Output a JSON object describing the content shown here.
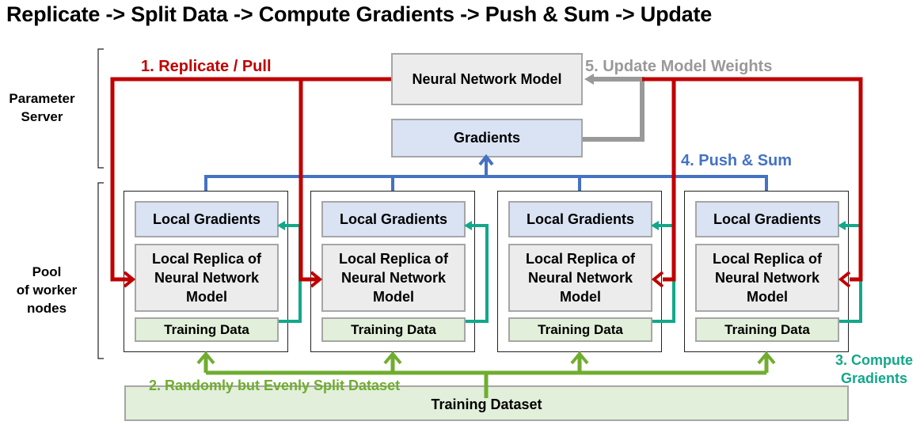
{
  "title": "Replicate -> Split Data -> Compute Gradients -> Push & Sum -> Update",
  "groups": {
    "parameter_server": [
      "Parameter",
      "Server"
    ],
    "worker_pool": [
      "Pool",
      "of worker",
      "nodes"
    ]
  },
  "server": {
    "model_label": "Neural Network Model",
    "gradients_label": "Gradients"
  },
  "workers": [
    {
      "gradients": "Local Gradients",
      "replica": [
        "Local Replica of",
        "Neural Network",
        "Model"
      ],
      "data": "Training Data"
    },
    {
      "gradients": "Local Gradients",
      "replica": [
        "Local Replica of",
        "Neural Network",
        "Model"
      ],
      "data": "Training Data"
    },
    {
      "gradients": "Local Gradients",
      "replica": [
        "Local Replica of",
        "Neural Network",
        "Model"
      ],
      "data": "Training Data"
    },
    {
      "gradients": "Local Gradients",
      "replica": [
        "Local Replica of",
        "Neural Network",
        "Model"
      ],
      "data": "Training Data"
    }
  ],
  "dataset_label": "Training Dataset",
  "steps": {
    "step1": "1. Replicate / Pull",
    "step2": "2. Randomly but Evenly Split Dataset",
    "step3": [
      "3. Compute",
      "Gradients"
    ],
    "step4": "4. Push & Sum",
    "step5": "5. Update Model Weights"
  },
  "colors": {
    "replicate": "#c00000",
    "split": "#70ad2f",
    "compute": "#12a88a",
    "push": "#4472c4",
    "update": "#999999"
  }
}
